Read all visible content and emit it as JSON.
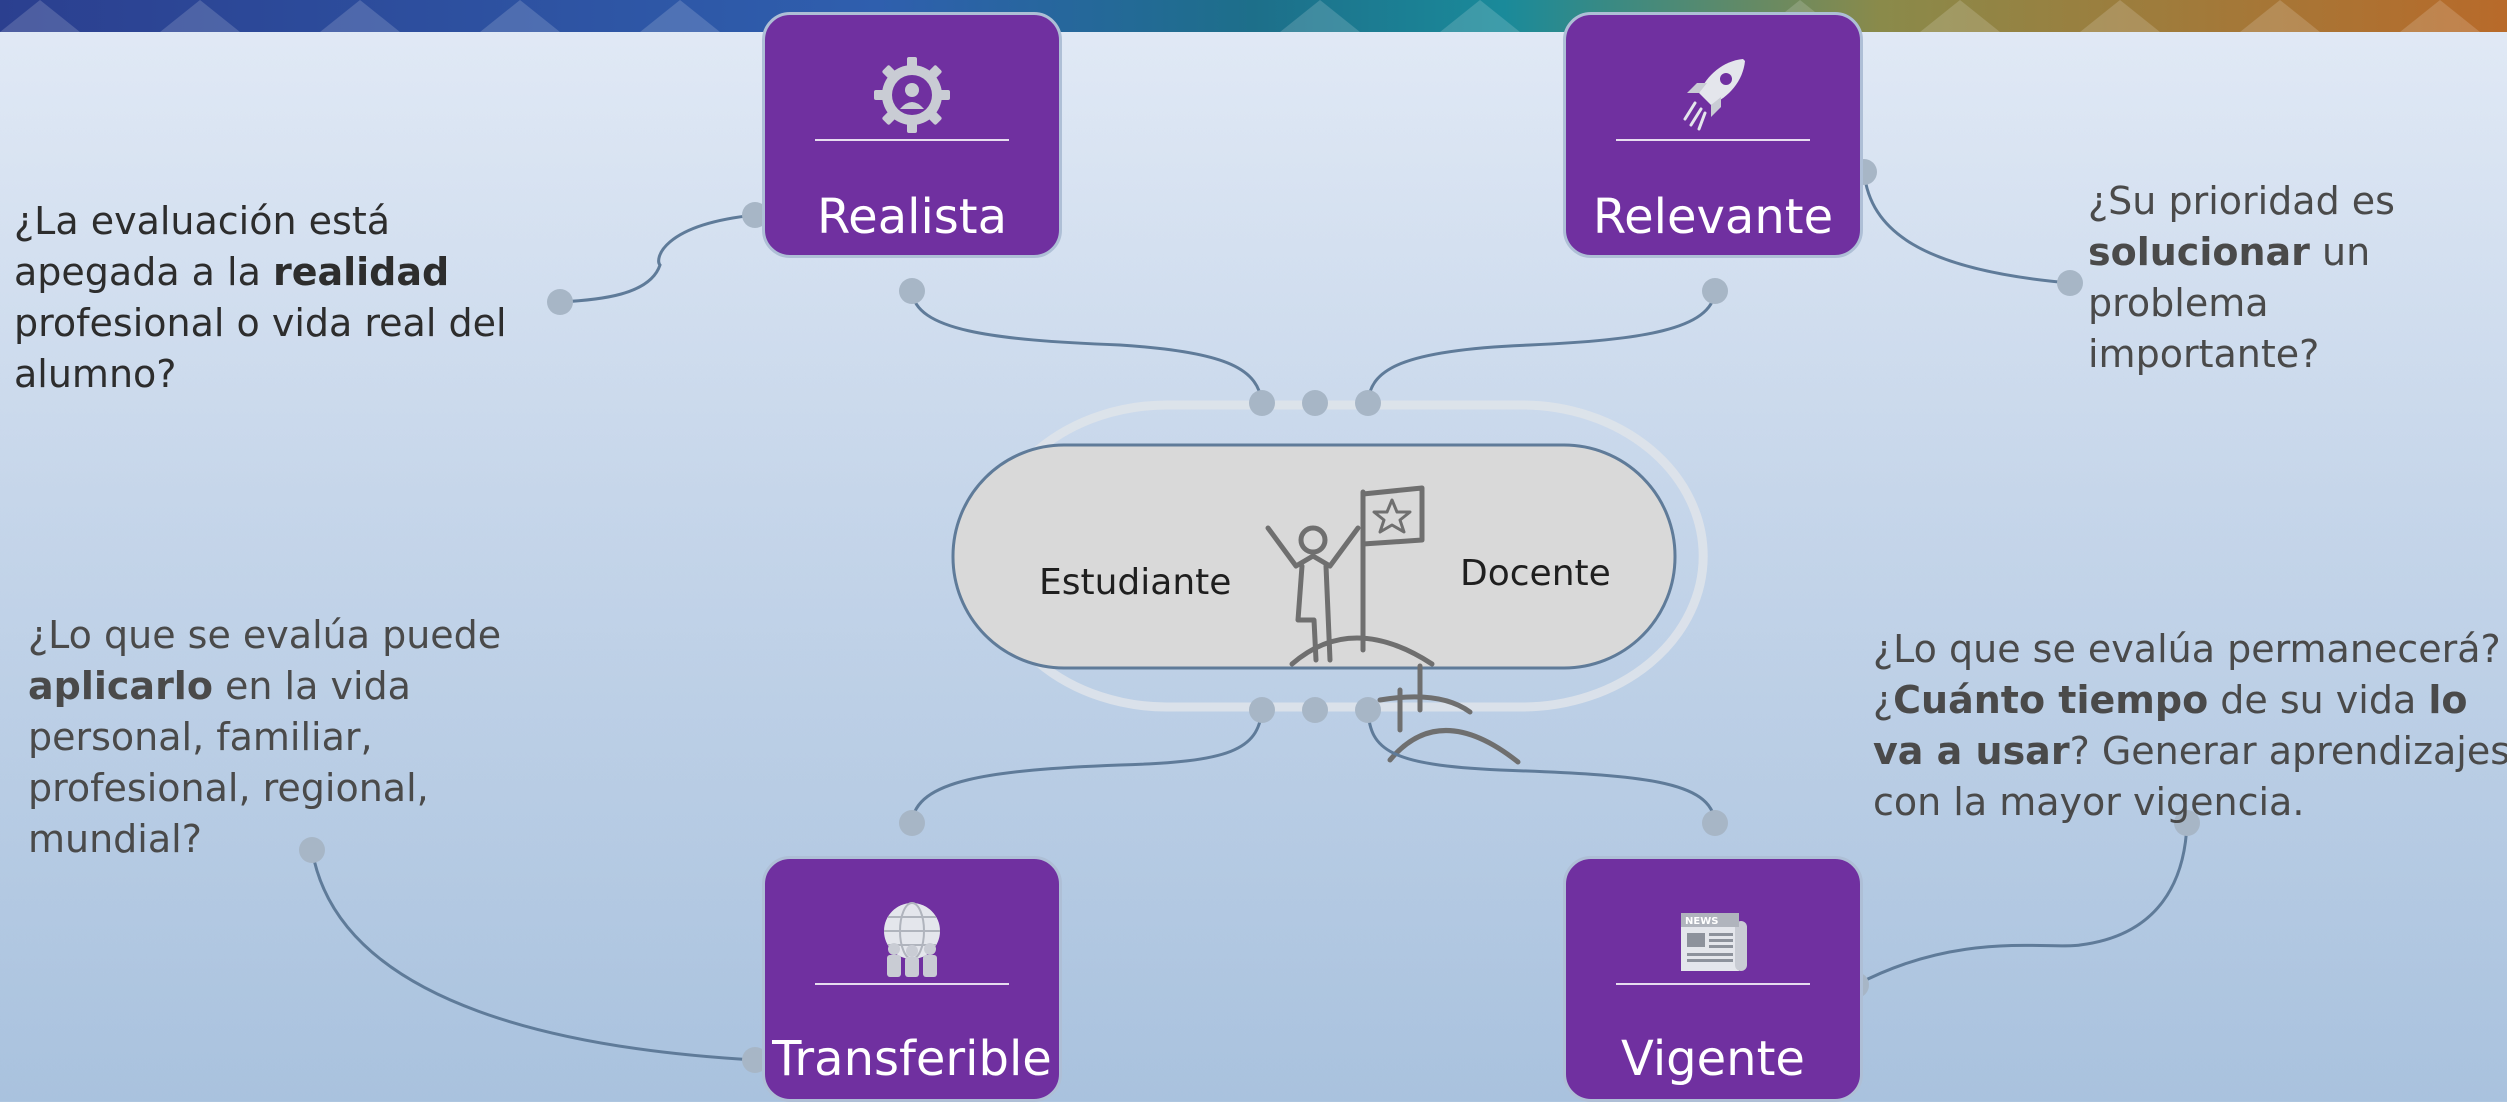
{
  "colors": {
    "card_fill": "#7030a0",
    "card_border": "#aebfd6",
    "connector": "#5f7b99",
    "node": "#a7b6c6",
    "center_fill": "#d9d9d9"
  },
  "cards": {
    "realista": {
      "title": "Realista",
      "icon": "gear-person-icon"
    },
    "relevante": {
      "title": "Relevante",
      "icon": "rocket-icon"
    },
    "transferible": {
      "title": "Transferible",
      "icon": "globe-people-icon"
    },
    "vigente": {
      "title": "Vigente",
      "icon": "newspaper-icon"
    }
  },
  "descriptions": {
    "realista": {
      "t1": "¿La evaluación está apegada a la ",
      "b1": "realidad",
      "t2": " profesional o vida real del alumno?"
    },
    "relevante": {
      "t1": "¿Su prioridad es ",
      "b1": "solucionar",
      "t2": " un problema importante?"
    },
    "transferible": {
      "t1": "¿Lo que se evalúa puede ",
      "b1": "aplicarlo",
      "t2": " en la vida personal, familiar, profesional, regional, mundial?"
    },
    "vigente": {
      "t1": "¿Lo que se evalúa permanecerá? ¿",
      "b1": "Cuánto tiempo",
      "t2": " de su vida ",
      "b2": "lo va a usar",
      "t3": "? Generar aprendizajes con la mayor vigencia."
    }
  },
  "center": {
    "left_label": "Estudiante",
    "right_label": "Docente",
    "icon": "person-flag-summit-icon",
    "banner_text": "NEWS"
  }
}
